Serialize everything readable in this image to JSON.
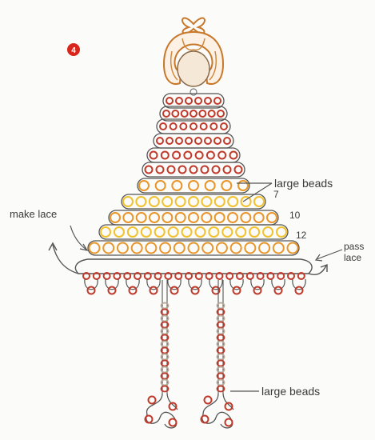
{
  "step": {
    "number": "4",
    "color": "#d9261c"
  },
  "labels": {
    "large_beads_top": "large beads",
    "make_lace": "make lace",
    "pass_lace": "pass\nlace",
    "large_beads_bottom": "large beads"
  },
  "row_counts": {
    "r7": "7",
    "r10": "10",
    "r12": "12"
  },
  "colors": {
    "red_bead": "#c0392b",
    "orange_bead": "#e8952a",
    "yellow_bead": "#f2c12e",
    "wire": "#555555",
    "hair": "#c8782a",
    "face": "#f6e8d6",
    "gray_bead": "#b8a89a"
  }
}
